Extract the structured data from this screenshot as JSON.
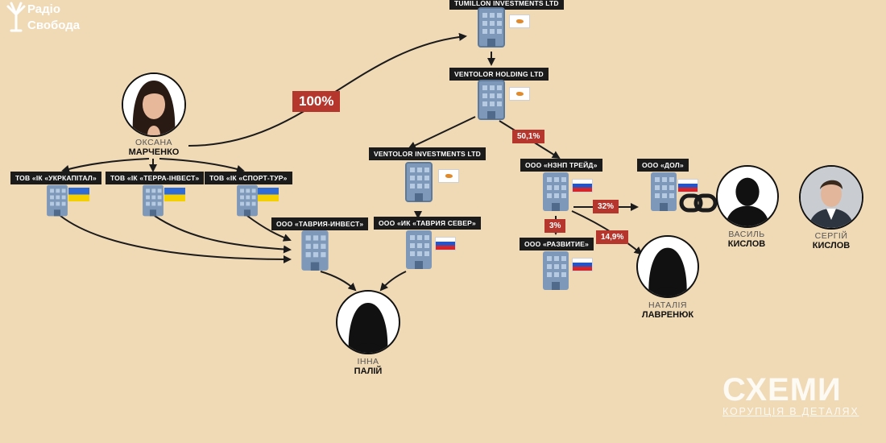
{
  "branding": {
    "radio_line1": "Радіо",
    "radio_line2": "Свобода",
    "schemy_title": "СХЕМИ",
    "schemy_subtitle": "КОРУПЦІЯ В ДЕТАЛЯХ"
  },
  "people": {
    "marchenko": {
      "first": "ОКСАНА",
      "last": "МАРЧЕНКО"
    },
    "paliy": {
      "first": "ІННА",
      "last": "ПАЛІЙ"
    },
    "lavrenyuk": {
      "first": "НАТАЛІЯ",
      "last": "ЛАВРЕНЮК"
    },
    "vasyl": {
      "first": "ВАСИЛЬ",
      "last": "КИСЛОВ"
    },
    "serhiy": {
      "first": "СЕРГІЙ",
      "last": "КИСЛОВ"
    }
  },
  "companies": {
    "tumillon": {
      "label": "TUMILLON INVESTMENTS LTD",
      "flag": "cyprus"
    },
    "ventolor_holding": {
      "label": "VENTOLOR HOLDING LTD",
      "flag": "cyprus"
    },
    "ventolor_investments": {
      "label": "VENTOLOR INVESTMENTS LTD",
      "flag": "cyprus"
    },
    "ukrkapital": {
      "label": "ТОВ «ІК «УКРКАПІТАЛ»",
      "flag": "ukraine"
    },
    "terra": {
      "label": "ТОВ «ІК «ТЕРРА-ІНВЕСТ»",
      "flag": "ukraine"
    },
    "sport": {
      "label": "ТОВ «ІК «СПОРТ-ТУР»",
      "flag": "ukraine"
    },
    "tavria_invest": {
      "label": "ООО «ТАВРИЯ-ИНВЕСТ»",
      "flag": "none"
    },
    "tavria_sever": {
      "label": "ООО «ИК «ТАВРИЯ СЕВЕР»",
      "flag": "russia"
    },
    "nznp": {
      "label": "ООО «НЗНП ТРЕЙД»",
      "flag": "russia"
    },
    "razvitie": {
      "label": "ООО «РАЗВИТИЕ»",
      "flag": "russia"
    },
    "dol": {
      "label": "ООО «ДОЛ»",
      "flag": "russia"
    }
  },
  "ownership": {
    "marchenko_tumillon": "100%",
    "holding_nznp": "50,1%",
    "nznp_dol": "32%",
    "nznp_razvitie": "3%",
    "nznp_lavrenyuk": "14,9%"
  },
  "colors": {
    "background": "#f0d9b5",
    "label_bg": "#1b1b1b",
    "percent_bg": "#b5362c",
    "building": "#7d98b8"
  }
}
